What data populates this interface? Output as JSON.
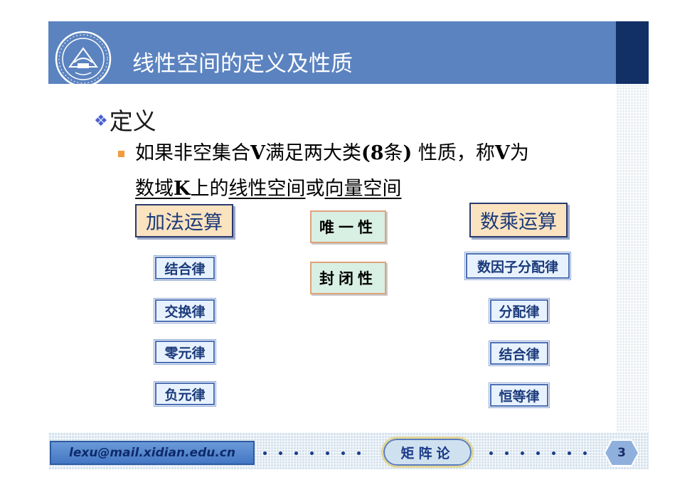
{
  "header": {
    "title": "线性空间的定义及性质"
  },
  "section": {
    "heading": "定义",
    "bullet_icon": "diamond-cluster-icon"
  },
  "definition": {
    "line1_parts": [
      "如果非空集合",
      "V",
      "满足两大类",
      "(8",
      "条",
      ")",
      " 性质，称",
      "V",
      "为"
    ],
    "line2_parts": [
      "数域",
      "K",
      "上的",
      "线性空间",
      "或",
      "向量空间"
    ]
  },
  "addition": {
    "label": "加法运算",
    "laws": [
      "结合律",
      "交换律",
      "零元律",
      "负元律"
    ]
  },
  "middle": {
    "items": [
      "唯一性",
      "封闭性"
    ]
  },
  "scalar": {
    "label": "数乘运算",
    "laws": [
      "数因子分配律",
      "分配律",
      "结合律",
      "恒等律"
    ]
  },
  "footer": {
    "email": "lexu@mail.xidian.edu.cn",
    "course": "矩阵论",
    "page": "3"
  },
  "colors": {
    "header_band": "#5b83c0",
    "header_dark": "#122f66",
    "bullet_square": "#f19a3e",
    "box_orange_fill": "#fbe3c0",
    "box_green_fill": "#d8efe4"
  }
}
